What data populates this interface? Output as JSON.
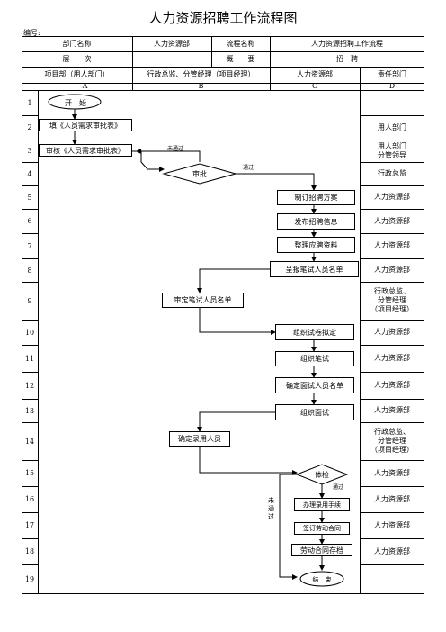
{
  "title": "人力资源招聘工作流程图",
  "code_label": "编号:",
  "header": {
    "dept_name_label": "部门名称",
    "dept_name_value": "人力资源部",
    "process_name_label": "流程名称",
    "process_name_value": "人力资源招聘工作流程",
    "level_label": "层　　次",
    "summary_label": "概　　要",
    "summary_value": "招　聘",
    "col_a_label": "项目部（用人部门）",
    "col_b_label": "行政总监、分管经理（项目经理）",
    "col_c_label": "人力资源部",
    "col_d_label": "责任部门",
    "col_letters": [
      "A",
      "B",
      "C",
      "D"
    ]
  },
  "rows": [
    "1",
    "2",
    "3",
    "4",
    "5",
    "6",
    "7",
    "8",
    "9",
    "10",
    "11",
    "12",
    "13",
    "14",
    "15",
    "16",
    "17",
    "18",
    "19"
  ],
  "responsible": [
    "",
    "用人部门",
    "用人部门\n分管领导",
    "行政总监",
    "人力资源部",
    "人力资源部",
    "人力资源部",
    "人力资源部",
    "行政总监、\n分管经理\n（项目经理）",
    "人力资源部",
    "人力资源部",
    "人力资源部",
    "人力资源部",
    "行政总监、\n分管经理\n（项目经理）",
    "人力资源部",
    "人力资源部",
    "人力资源部",
    "人力资源部",
    ""
  ],
  "steps": {
    "start": "开　始",
    "fill_form": "填《人员需求审批表》",
    "review_form": "审核《人员需求审批表》",
    "approve": "审批",
    "make_plan": "制订招聘方案",
    "publish": "发布招聘信息",
    "organize": "整理应聘资料",
    "submit_list": "呈报笔试人员名单",
    "confirm_list": "审定笔试人员名单",
    "prepare_exam": "组织试卷拟定",
    "written_exam": "组织笔试",
    "interview_list": "确定面试人员名单",
    "interview": "组织面试",
    "hire": "确定录用人员",
    "physical": "体检",
    "procedures": "办理录用手续",
    "contract": "签订劳动合同",
    "archive": "劳动合同存档",
    "end": "结　束"
  },
  "notes": {
    "not_passed": "未通过",
    "passed": "通过",
    "passed2": "通过",
    "not_passed_vertical": "未\n通\n过"
  }
}
